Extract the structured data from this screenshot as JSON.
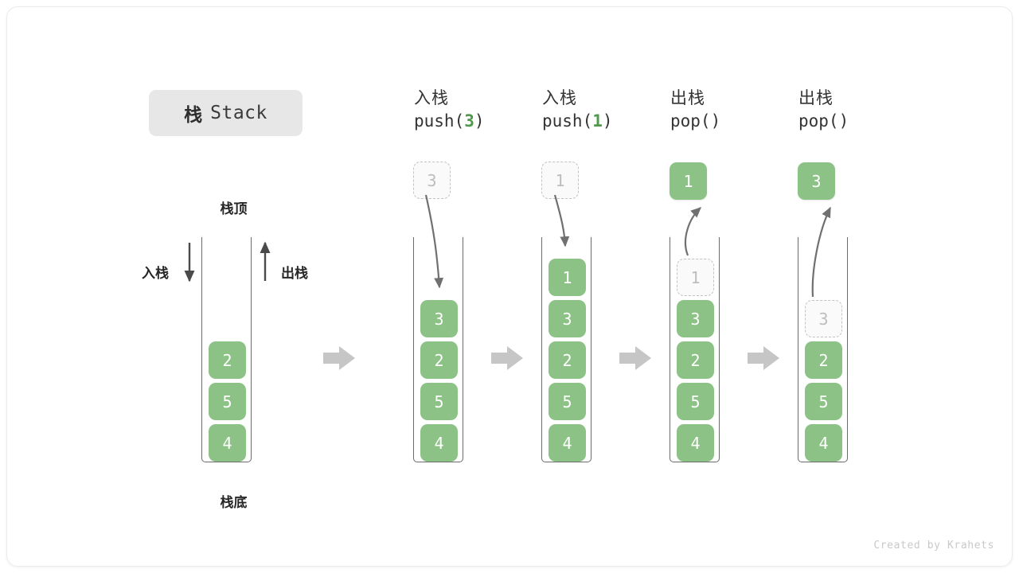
{
  "figure": {
    "title_cn": "栈",
    "title_en": "Stack",
    "credit": "Created by Krahets",
    "accent_green": "#8dc286",
    "accent_green_text": "#4f9a4a",
    "ghost_border": "#c2c2c2",
    "vessel_stroke": "#6b6b6b",
    "arrow_gray": "#707070",
    "step_arrow_gray": "#c6c6c6"
  },
  "legend": {
    "top_label": "栈顶",
    "bottom_label": "栈底",
    "push_label": "入栈",
    "pop_label": "出栈"
  },
  "columns": [
    {
      "id": "initial",
      "header_line1": "",
      "header_line2": "",
      "header_arg": "",
      "cells": [
        "2",
        "5",
        "4"
      ],
      "ghost": null,
      "floating": null
    },
    {
      "id": "push-3",
      "header_line1": "入栈",
      "header_line2_prefix": "push(",
      "header_arg": "3",
      "header_line2_suffix": ")",
      "cells": [
        "3",
        "2",
        "5",
        "4"
      ],
      "ghost": {
        "value": "3",
        "position": "above"
      },
      "floating": null
    },
    {
      "id": "push-1",
      "header_line1": "入栈",
      "header_line2_prefix": "push(",
      "header_arg": "1",
      "header_line2_suffix": ")",
      "cells": [
        "1",
        "3",
        "2",
        "5",
        "4"
      ],
      "ghost": {
        "value": "1",
        "position": "above"
      },
      "floating": null
    },
    {
      "id": "pop-1",
      "header_line1": "出栈",
      "header_line2_prefix": "pop(",
      "header_arg": "",
      "header_line2_suffix": ")",
      "cells": [
        "3",
        "2",
        "5",
        "4"
      ],
      "ghost": {
        "value": "1",
        "position": "in-stack-top"
      },
      "floating": {
        "value": "1"
      }
    },
    {
      "id": "pop-3",
      "header_line1": "出栈",
      "header_line2_prefix": "pop(",
      "header_arg": "",
      "header_line2_suffix": ")",
      "cells": [
        "2",
        "5",
        "4"
      ],
      "ghost": {
        "value": "3",
        "position": "in-stack-top"
      },
      "floating": {
        "value": "3"
      }
    }
  ],
  "chart_data": {
    "type": "diagram",
    "title": "栈 Stack",
    "description": "Stack push/pop operation sequence",
    "steps": [
      {
        "op": "initial",
        "stack_top_to_bottom": [
          "2",
          "5",
          "4"
        ]
      },
      {
        "op": "push(3)",
        "stack_top_to_bottom": [
          "3",
          "2",
          "5",
          "4"
        ]
      },
      {
        "op": "push(1)",
        "stack_top_to_bottom": [
          "1",
          "3",
          "2",
          "5",
          "4"
        ]
      },
      {
        "op": "pop()",
        "returned": "1",
        "stack_top_to_bottom": [
          "3",
          "2",
          "5",
          "4"
        ]
      },
      {
        "op": "pop()",
        "returned": "3",
        "stack_top_to_bottom": [
          "2",
          "5",
          "4"
        ]
      }
    ]
  }
}
